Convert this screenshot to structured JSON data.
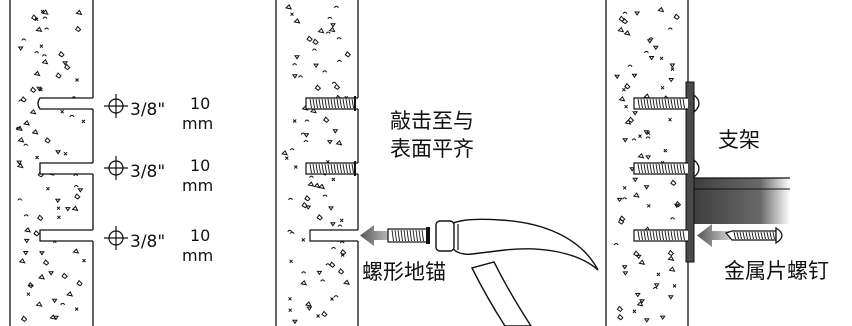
{
  "panel1": {
    "holes": [
      {
        "diameter_in": "3/8\"",
        "size_num": "10",
        "size_unit": "mm"
      },
      {
        "diameter_in": "3/8\"",
        "size_num": "10",
        "size_unit": "mm"
      },
      {
        "diameter_in": "3/8\"",
        "size_num": "10",
        "size_unit": "mm"
      }
    ],
    "diameter_icon": "diameter-symbol-icon"
  },
  "panel2": {
    "step_label_line1": "敲击至与",
    "step_label_line2": "表面平齐",
    "anchor_label": "螺形地锚",
    "arrow_icon": "left-arrow-icon",
    "hammer_icon": "hammer-icon"
  },
  "panel3": {
    "bracket_label": "支架",
    "screw_label": "金属片螺钉",
    "arrow_icon": "left-arrow-icon"
  },
  "colors": {
    "ink": "#111111",
    "wall_fill": "#ffffff",
    "arrow_gray": "#8a8a8a",
    "bracket_dark": "#4a4a4a"
  }
}
